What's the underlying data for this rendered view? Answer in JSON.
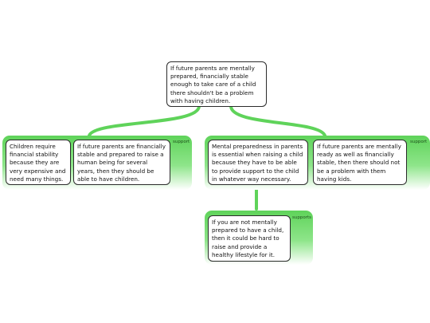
{
  "colors": {
    "connector": "#5fd35a",
    "group_fill": "#7de078",
    "node_border": "#2b2b2b"
  },
  "root": {
    "text": "If future parents are mentally prepared, financially stable enough to take care of a child there shouldn't be a problem with having children."
  },
  "groups": [
    {
      "tag": "support",
      "nodes": [
        "Children require financial stability because they are very expensive and need many things.",
        "If future parents are financially stable and prepared to raise a human being for several years, then they should be able to have children."
      ]
    },
    {
      "tag": "support",
      "nodes": [
        "Mental preparedness in parents is essential when raising a child because they have to be able to provide support to the child in whatever way necessary.",
        "If future parents are mentally ready as well as financially stable, then there should not be a problem with them having kids."
      ]
    },
    {
      "tag": "supports",
      "nodes": [
        "If you are not mentally prepared to have a child, then it could be hard to raise and provide a healthy lifestyle for it."
      ]
    }
  ]
}
